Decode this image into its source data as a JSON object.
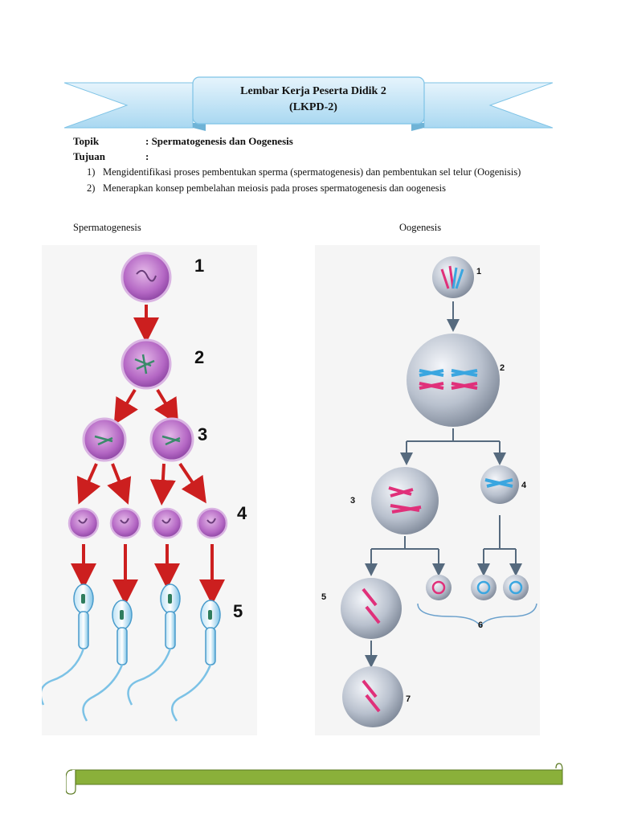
{
  "header": {
    "title_line1": "Lembar Kerja Peserta Didik 2",
    "title_line2": "(LKPD-2)"
  },
  "topik": {
    "label": "Topik",
    "value": ": Spermatogenesis dan Oogenesis"
  },
  "tujuan": {
    "label": "Tujuan",
    "value": ":"
  },
  "goals": [
    {
      "num": "1)",
      "text": "Mengidentifikasi proses pembentukan sperma (spermatogenesis) dan pembentukan sel telur (Oogenisis)"
    },
    {
      "num": "2)",
      "text": "Menerapkan konsep pembelahan meiosis pada proses spermatogenesis dan oogenesis"
    }
  ],
  "figures": {
    "spermatogenesis": {
      "caption": "Spermatogenesis",
      "stage_labels": [
        "1",
        "2",
        "3",
        "4",
        "5"
      ]
    },
    "oogenesis": {
      "caption": "Oogenesis",
      "stage_labels": [
        "1",
        "2",
        "3",
        "4",
        "5",
        "6",
        "7"
      ]
    }
  },
  "colors": {
    "banner_fill": "#cfe8f7",
    "banner_stroke": "#7ec3e6",
    "sperm_cell": "#b467c4",
    "arrow_red": "#cc1f1f",
    "oocyte": "#9ea8b8",
    "chrom_pink": "#e0307a",
    "chrom_blue": "#3aa6e0",
    "footer_green": "#8ab03a"
  }
}
